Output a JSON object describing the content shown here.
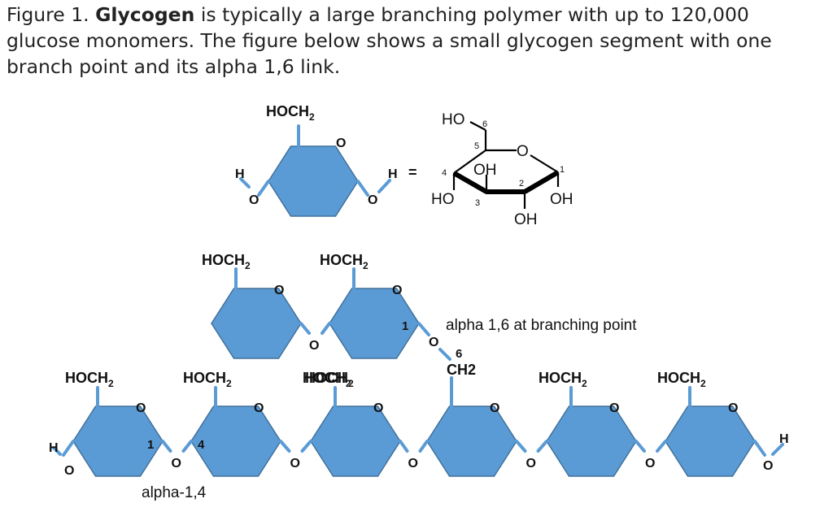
{
  "caption": {
    "lead": "Figure 1. ",
    "term": "Glycogen",
    "rest": " is typically a large branching polymer with up to 120,000 glucose monomers.  The figure below shows a small glycogen segment with one branch point and its alpha 1,6 link."
  },
  "atoms": {
    "hoch2_base": "HOCH",
    "hoch2_sub": "2",
    "ring_o": "O",
    "link_o": "O",
    "hydrogen": "H",
    "equals": "=",
    "ch2": "CH2"
  },
  "haworth": {
    "ho_top": "HO",
    "ring_o": "O",
    "oh_mid": "OH",
    "ho_left": "HO",
    "oh_right": "OH",
    "oh_bottom": "OH",
    "numbers": [
      "1",
      "2",
      "3",
      "4",
      "5",
      "6"
    ]
  },
  "labels": {
    "branch": "alpha 1,6 at branching point",
    "alpha14": "alpha-1,4",
    "pos1_branch": "1",
    "pos6": "6",
    "pos1_chain": "1",
    "pos4_chain": "4"
  },
  "colors": {
    "hex_fill": "#5b9bd5",
    "hex_stroke": "#41719c",
    "bond": "#5b9bd5",
    "text": "#111111"
  }
}
